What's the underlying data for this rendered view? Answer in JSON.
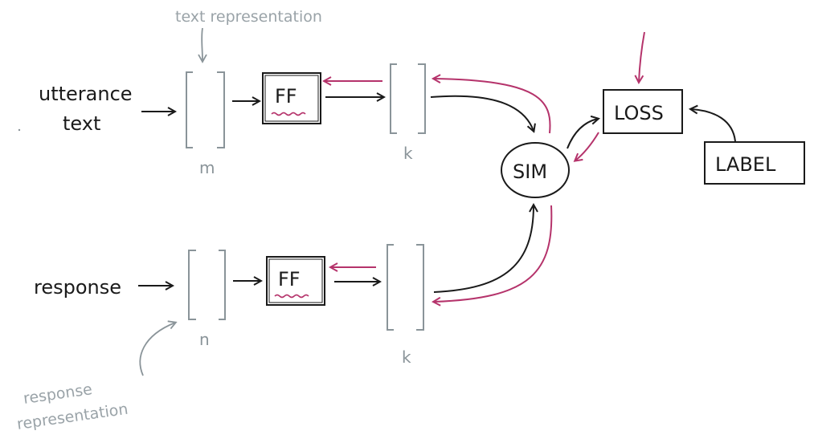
{
  "inputs": {
    "utterance_line1": "utterance",
    "utterance_line2": "text",
    "response": "response"
  },
  "annotations": {
    "text_representation": "text representation",
    "response_representation_line1": "response",
    "response_representation_line2": "representation"
  },
  "dimensions": {
    "m": "m",
    "n": "n",
    "k_top": "k",
    "k_bottom": "k"
  },
  "nodes": {
    "ff_top": "FF",
    "ff_bottom": "FF",
    "sim": "SIM",
    "loss": "LOSS",
    "label": "LABEL"
  },
  "colors": {
    "ink": "#1a1a1a",
    "vector_bracket": "#8a9499",
    "gradient_arrow": "#b5336b",
    "wavy_underline": "#b5336b"
  }
}
